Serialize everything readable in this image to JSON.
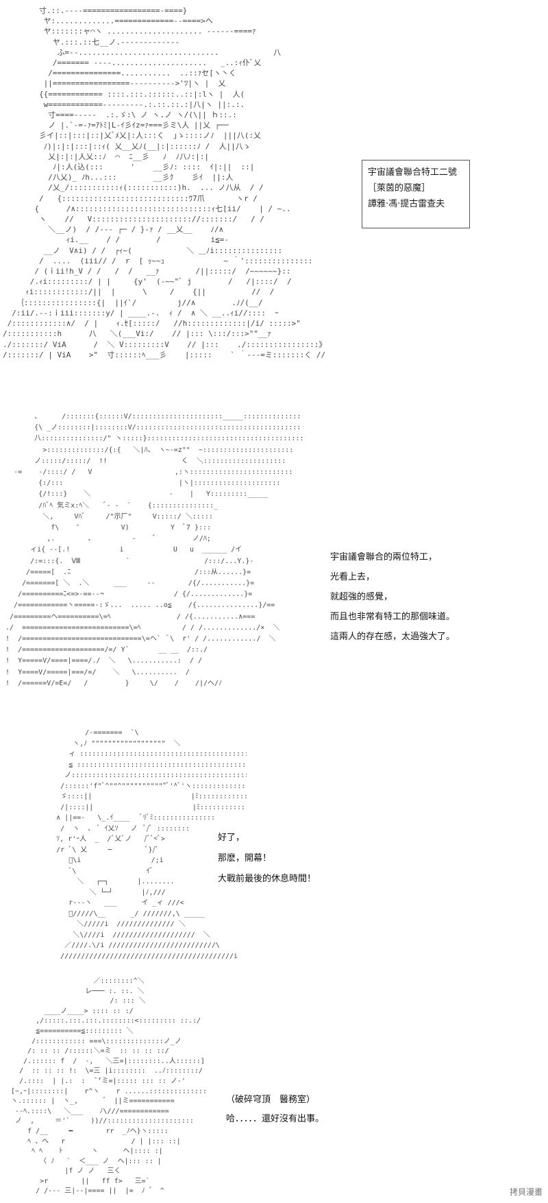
{
  "panels": [
    {
      "art": "        寸.::.----=================-====}\n         ヤ:.............=============--====>ヘ\n         ヤ:::::::ャ⌒ヽ ..................... ------====ｧ\n           ヤ.:::.::七__ノ.-------------\n            ふ=--...............................            八\n           /======= ----.....................   _..:ｨ仆ﾞ乂\n          /===============...........  ..::ｧセ[ヽ丶く\n         ||=================---------->'ﾂ|ヽ |  乂\n        {{============ ::::.:::.::::::..::|:lヽ |  人(\n         w============---------.:.::.::.:|八|ヽ ||:.:.\n          寸====-----  .:.ゞ:\\ ノ ヽ.ノ ヽ/(\\|| ｈ::.:\n          ノ |.`-=-ｧ=ｱﾄﾐ|L-ｲ彡ｲz=ｧ===彡ミ\\人 ||乂 ┌──\n        彡イ|::|:::|::|乂ﾞﾒ乂|:人:::く  ｣ゝ::::ノﾉ  |||八(:乂\n         ﾉ)|:|:|:::|::ｨ( 乂__乂ﾉ(__|:|::::::ﾉ /  人||八ゝ\n          乂|:|:|人乂::ﾉ  ⌒  ﾆ__彡   ﾉ  ﾉ八ﾉ:|:|\n           ﾉ|:人(込(:::      '    __彡ﾉ: ::::  ｲ|:||  ::|\n          /八乂)_ ﾉh...:::        __彡ｸ    彡ｲ  ||:人\n          /乂_/:::::::::::ｨ(:::::::::::)h.  ... ノ八从  / /\n        /   {::::::::::::::::::::::::::::ｳ7爪       ヽr /\n       {      /∧::::::::::::::::::::::::::::::ｨ七[ii/    | / ~..\n        ヽ    //   V:::::::::::::::::::::://:::::::/   / /\n          ＼__ノ)  / /--- ┌─ / }-ｧ / __乂__    ﾉ/∧\n              ｨi.__    / /        /           i≦=-\n         __ノ  V∧i) / /  ┌ｨ~(            ＼ ＿ﾉi:::::::::::::::\n        /  ....  (iii// /  r  [ ｯ~~ｭ             ~ ｀':::::::::::::::\n       / (ｉii!h_V / /   /  /   __ｧ        /||:::::/  /~~~~~~}::\n      /.ｨi:::::::::/ | |     {y'  (-~~\"ﾞ j        /   /|::::/  /\n     ｨi::::::::::::/||  |      \\     /    {||          //  /\n   ｛::::::::::::::::{|  ||ｲ`/         j//∧        .ﾉ/(__/\n  /:ii/.--:ｉiii:::::::y/ | ____.-.  ｨ /  ∧ ＼ __..ｨi//::::  ｰ\n /::::::::::::∧/  / |    ｨ.ｾ[:::::/   //h:::::::::::::|/i/ :::::>\"\n/:::::::::::h      八   ＼(___Vi:/    // |::: \\:::/:::>\"\"__ｧ\n./:::::::/ ViA      /  ＼ V:::::::::V    // |:::    ./::::::::::::::::》 )\n/:::::::/ | ViA    >\"  寸::::::ﾍ___彡    |:::::    ` ｀---=ミ:::::::く //",
      "art_font_px": 11,
      "caption_lines": [
        "宇宙議會聯合特工二號",
        "［萊茵的惡魔］",
        "譚雅·馮·提古雷查夫"
      ]
    },
    {
      "art": "        、     /:::::::{::::::V/::::::::::::::::::::::_____:::::::::::::::\n        {\\ _ノ::::::::|::::::::V/:::::::::::::::::::::::::::::::::::::::::\n        八:::::::::::::::/\" ヽ:::::}:::::::::::::::::::::::::::::::::::::::::::::\n          >::::::::::::::/{:{   ＼|ﾊ、 ヽ~-=z\"\"  ~::::::::::::::::::::::\n        ノ:::::/:::::/  !!                  く  ＼::::::::::::::::::::\n   -=    -/::::/ /   V                    ,:ヽ:::::::::::::::::::::::::\n         {:/:::                            |ヽ|:::::::::::::::::::::\n         {/!:::}    ＼                   -    |   Y:::::::::_____\n         /ﾊﾞﾍ 気ミx:ﾍ＼    ﾞ- ‐  `    {:::::::::::::::_\n          ＼,     Vﾊﾞ     /\"示厂\"     V:::::/ ＼:::::\n            f\\    ″          V)          Y  ﾞ7 }:::\n           ,.        、         -    ゛        ノ/ﾊ;\n       ィi{ --[.!            i            U   u  ______ /イ\n       /:=:::{.  Ⅷ           `                  /:::/...Y.}-\n      /=====[  .ﾆ                              /:::从......}=\n     /=======[ ＼  .＼      ___     --        /{/...........}=\n    /==========ﾆ<=>-==--¬                 / {/.............}=\n   /============ヽ=====-:ゞ...  ..... ..o≦    /{...............}/==\n  /=========ヘ==========\\=ﾍ                / /{...........∧===\n ./  ==========================\\=ﾍ          / / /............./×  ＼\n !  /=============================\\=ヘ`  ﾞ\\  r' / /............/  ＼\n !  /====================/=/ Y`       __ __  /::./\n !  Y=====V/====|====/./  ＼   \\...........:  / /\n !  Y====V/=====|===/=/    ＼   \\..........  /\n !  /======V/=E=/   /         }     \\/    /    /|/へ/ﾉ",
      "art_font_px": 10,
      "text_lines": [
        "宇宙議會聯合的兩位特工，",
        "光看上去，",
        "就超強的感覺，",
        "而且也非常有特工的那個味道。",
        "這兩人的存在感，太過強大了。"
      ]
    },
    {
      "art": "              /-=======  `\\\n           ヽ,ﾉ \"\"\"\"\"\"\"\"\"\"\"\"\"\"\"\"\"\"  ＼\n          ィ :::::::::::::::::::::::::::::::::::::::::::::\\\n          ≦ :::::::::::::::::::::::::::::::::::::::::::::::::\\\n         ノ::::::::::::::::::::::::::::::::::::::::::::::::::::\\\n        /::::::'f\"ﾞ^\"\"^\"\"\"\"\"\"\"\"\"\"\"ﾞ'^ﾞ'ヽ::::::::::::::}\n        ゞ::::||                        |ﾐ:::::::::::::::}\n        /|::::||                        |ﾐ:::::::::::::::i\n       ∧ ||==-   \\_.ｲ____   ﾞﾘﾞﾐ:::::::::::::::\n        /  ヽ  ､  ﾞ ｲ乂ｿ   ノ  ﾞ/ﾞ ::::::::\n       ｿ, r'ｰ人  _  /ﾞ乂ﾞノ   /ﾞﾞ<ﾞ>\n       /r ﾞ\\ 乂     ─        ﾞ}/ﾞ\n          ﾞ\\i                 /;i\n          ﾞ\\                 ｲﾞ\n            ＼   ┌─┐       |........\n               ＼ └─┘       |ﾉ,///\n          r---ヽ   ___      イ _ィ ///<\n          ﾞ/////\\__      _/ ///////,\\ _____\n            ＼/////i  ////////////// ＼\n           ＼\\////i  ////////////////////  ＼\n         ／////.\\/i //////////////////////////\\\n        //////////////////////////////////////////i",
      "art_font_px": 10,
      "text_lines": [
        "好了，",
        "那麽，開幕！",
        "大戰前最後的休息時間！"
      ]
    },
    {
      "art": "                      ／::::::::^＼\n                    レ─── :. ::. ＼\n                          /: ::: ＼\n          ____ノ____> :::: :: :/\n        ,/:::::.:::.:::.::::::::<::::::::: ::.:/\n        ≦==========≦::::::::: ＼\n       /:::::::::::: ===\\::::::::::::::ノ_ノ\n      /: :: :: /::::::＼=ミ  :: :: :: ::/\n     /.:::::: f  /  -,   ＼三=|::::::::..人::::::]\n    /  :: :: :: !:  \\=三 |i::::::::  ..ﾉ::::::::/\n    /.::::  | |.:  :  ̄ ̄'ミ=|::::: ::: :: ノ-'\n  [~,ｰ|::::::::|    r^ヽ    r ......::::::::::::::::\n  ヽ.:::::: |  ヽ_,      ゛ ||ミ===========\n   --ﾍ.::::\\   ＼___    ﾉ\\///============\n   ノ  ,     ＝'`     ))//:::::::::::::::::::::\n      f /__     ━        rr  _ﾉヘ}ヽ:::::\n      ﾍ 、ヘ   r                / | |::: ::|\n       ﾍ ﾍ    ﾄ       ヽ      ヘ|:::: :|\n         〈 ﾉ   `  ＜___ ノ  ヘ|::: :: |\n               |f ノ ノ   三く\n         >r        ||   ff f>   三=`\n        / /--- 三|--|==== ||  |=  ﾉ ゛ ^",
      "art_font_px": 10,
      "text_lines": [
        "（破碎穹頂　醫務室）",
        "哈．．．．．還好沒有出事。"
      ]
    }
  ],
  "watermark": "拷貝漫畫"
}
